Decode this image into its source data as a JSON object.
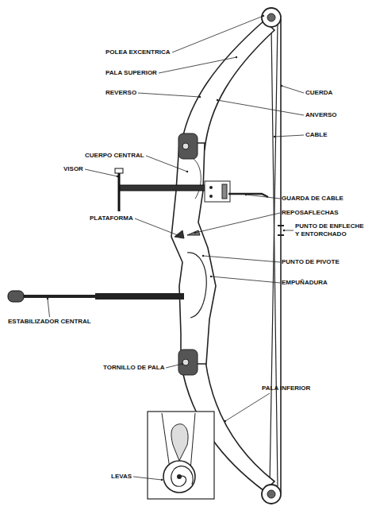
{
  "diagram": {
    "labels": [
      "POLEA EXCENTRICA",
      "PALA SUPERIOR",
      "REVERSO",
      "CUERDA",
      "ANVERSO",
      "CABLE",
      "CUERPO CENTRAL",
      "VISOR",
      "GUARDA DE CABLE",
      "REPOSAFLECHAS",
      "PLATAFORMA",
      "PUNTO DE ENFLECHE Y ENTORCHADO",
      "PUNTO DE PIVOTE",
      "EMPUÑADURA",
      "ESTABILIZADOR CENTRAL",
      "TORNILLO DE PALA",
      "PALA INFERIOR",
      "LEVAS"
    ]
  }
}
